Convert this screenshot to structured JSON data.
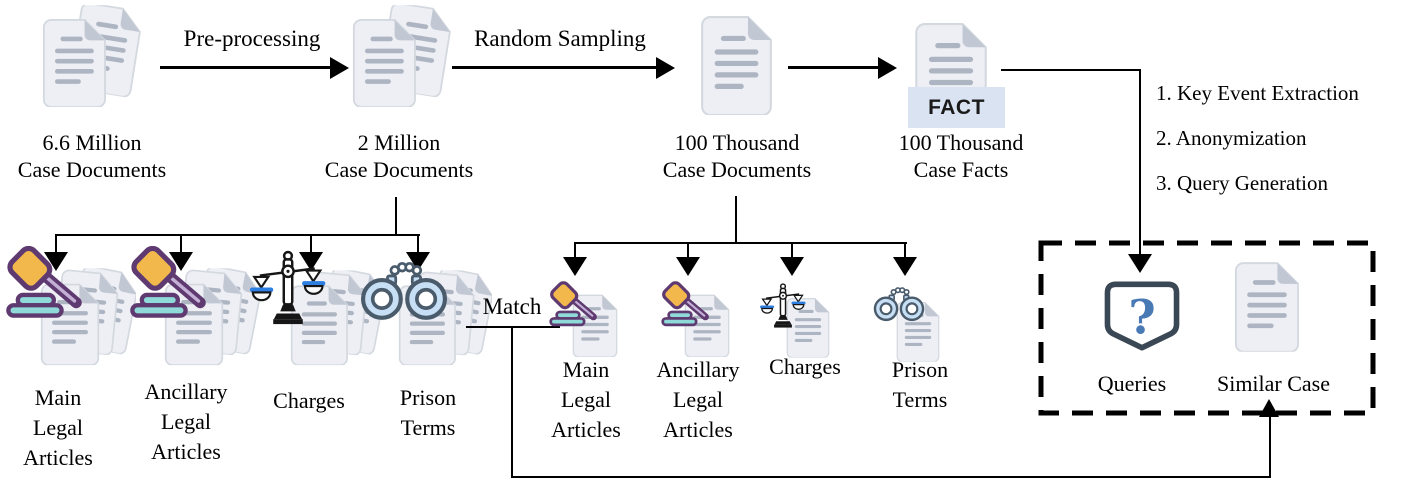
{
  "top_flow": {
    "node1_label": "6.6 Million\nCase Documents",
    "arrow1_label": "Pre-processing",
    "node2_label": "2 Million\nCase Documents",
    "arrow2_label": "Random Sampling",
    "node3_label": "100 Thousand\nCase Documents",
    "node4_label": "100 Thousand\nCase Facts",
    "node4_badge": "FACT"
  },
  "process_steps": {
    "step1": "1. Key Event Extraction",
    "step2": "2. Anonymization",
    "step3": "3. Query Generation"
  },
  "left_branch": {
    "item1": "Main\nLegal\nArticles",
    "item2": "Ancillary\nLegal\nArticles",
    "item3": "Charges",
    "item4": "Prison\nTerms"
  },
  "match_label": "Match",
  "right_branch": {
    "item1": "Main\nLegal\nArticles",
    "item2": "Ancillary\nLegal\nArticles",
    "item3": "Charges",
    "item4": "Prison\nTerms"
  },
  "output_box": {
    "queries_label": "Queries",
    "similar_case_label": "Similar Case"
  },
  "icons": {
    "document_stack": "document-stack-icon",
    "document": "document-icon",
    "gavel": "gavel-icon",
    "scales": "scales-of-justice-icon",
    "handcuffs": "handcuffs-icon",
    "query_bubble": "question-bubble-icon"
  },
  "colors": {
    "line": "#000000",
    "doc_body": "#edeff4",
    "doc_fold": "#c2c8d3",
    "doc_lines": "#aeb5c2",
    "fact_badge_bg": "#dae3f1",
    "gavel_purple": "#5e3a71",
    "gavel_head": "#f2b84b",
    "gavel_base": "#8fd9d9",
    "scales_blue": "#2e7de0",
    "cuffs_fill": "#c7dff5",
    "cuffs_outline": "#4a5b6c",
    "query_outline": "#3a4754",
    "query_mark": "#4a7ab5"
  }
}
